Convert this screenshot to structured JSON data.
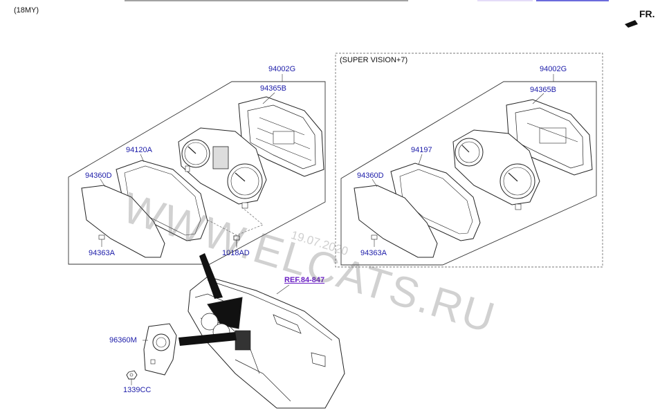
{
  "header": {
    "model_year": "(18MY)",
    "direction": "FR."
  },
  "group_right": {
    "title": "(SUPER VISION+7)"
  },
  "labels": {
    "left_94002G": "94002G",
    "left_94365B": "94365B",
    "left_94120A": "94120A",
    "left_94360D": "94360D",
    "left_94363A": "94363A",
    "left_1018AD": "1018AD",
    "right_94002G": "94002G",
    "right_94365B": "94365B",
    "right_94197": "94197",
    "right_94360D": "94360D",
    "right_94363A": "94363A",
    "ref": "REF.84-847",
    "p96360M": "96360M",
    "p1339CC": "1339CC"
  },
  "watermark": {
    "text": "WWW.ELCATS.RU",
    "date": "19.07.2020"
  },
  "colors": {
    "label": "#1a1aa8",
    "ref": "#6a1fc4",
    "line": "#222222"
  }
}
